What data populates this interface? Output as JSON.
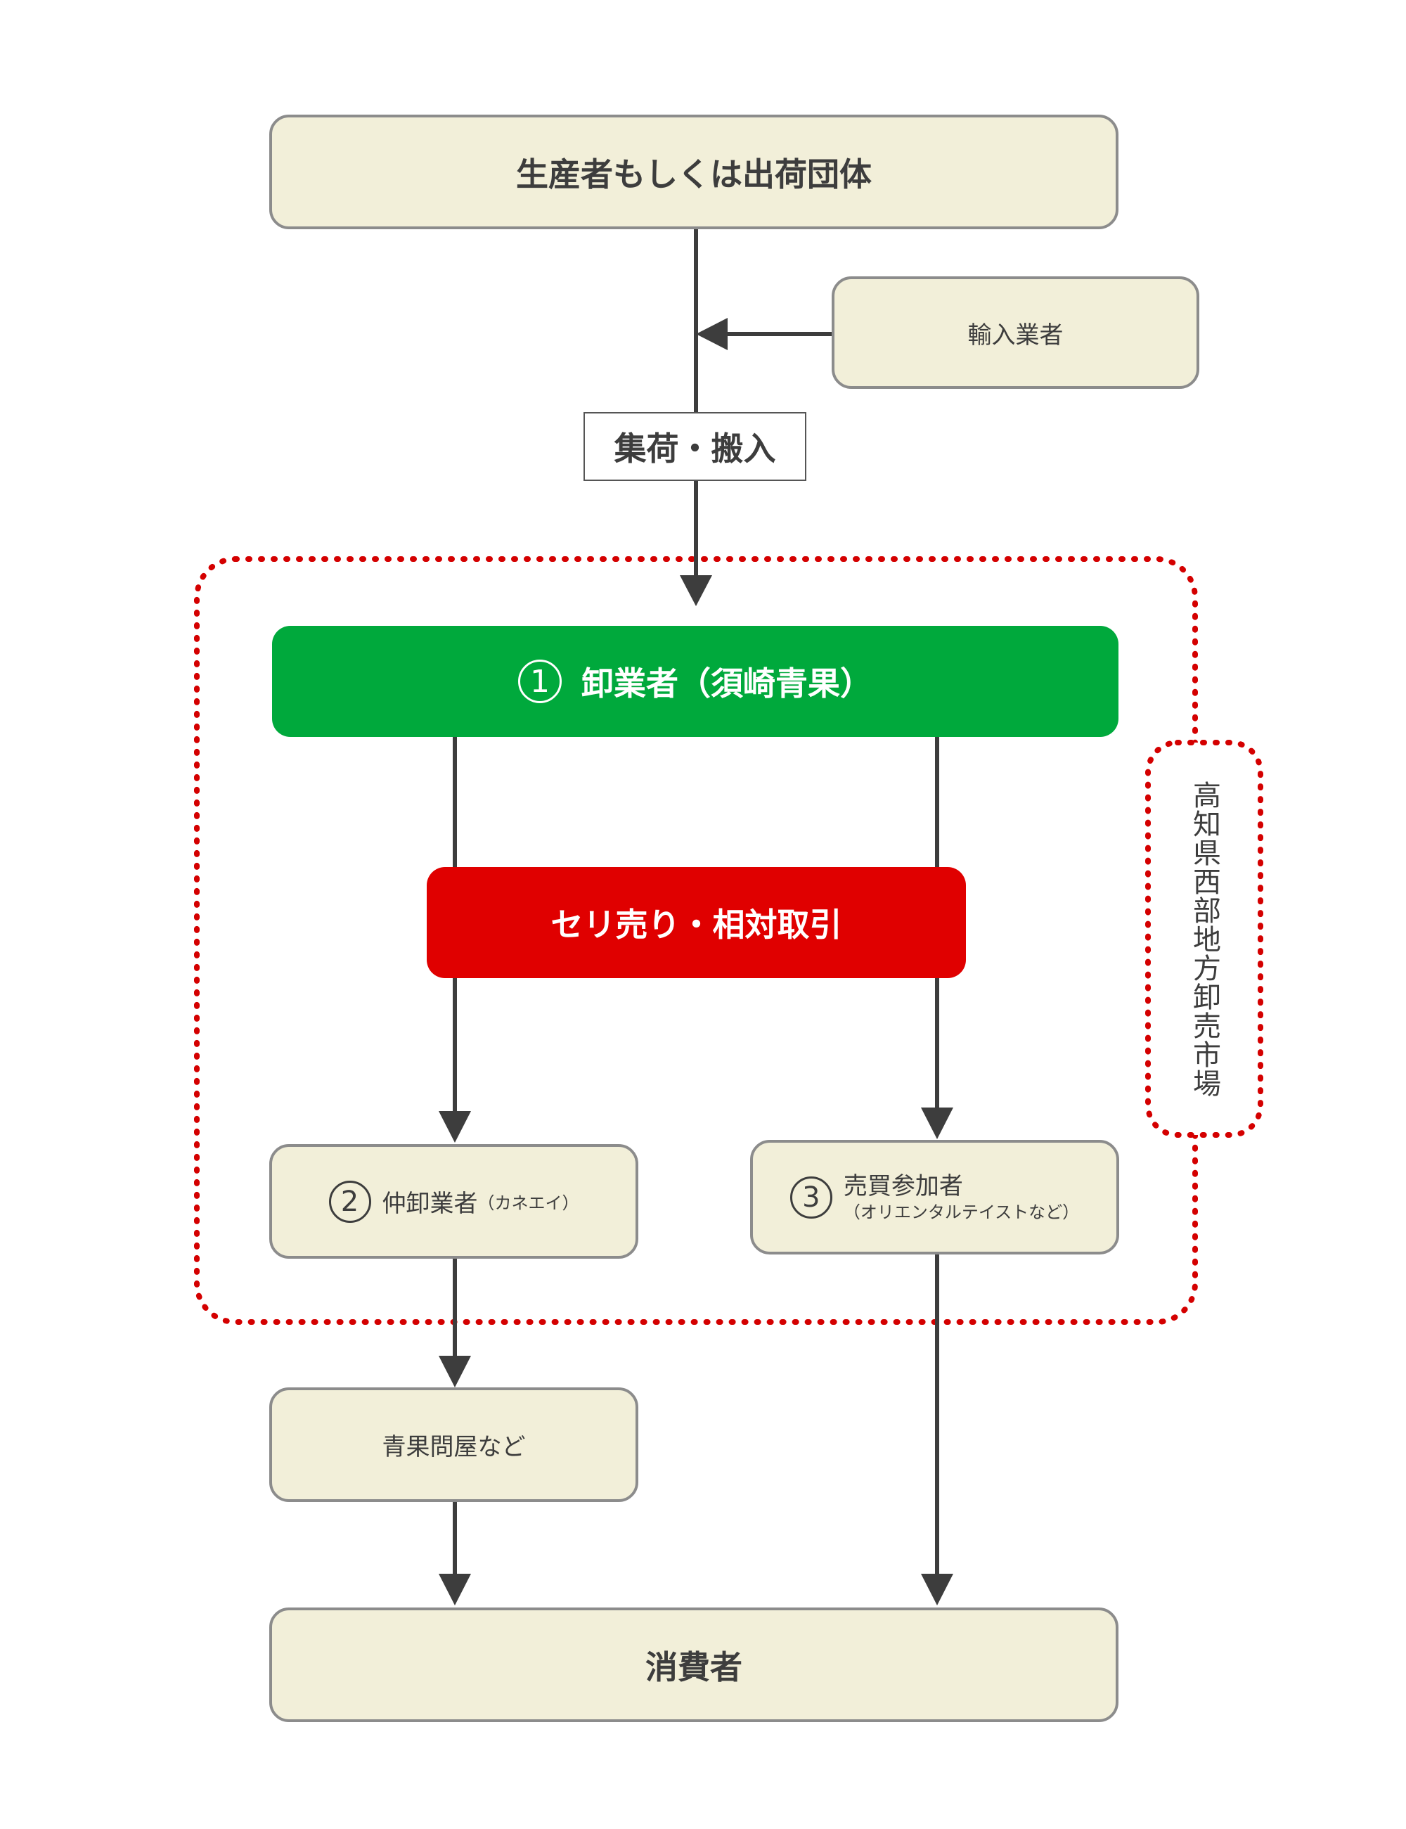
{
  "nodes": {
    "producer": "生産者もしくは出荷団体",
    "importer": "輸入業者",
    "collection": "集荷・搬入",
    "wholesaler": {
      "number": "1",
      "label": "卸業者（須崎青果）"
    },
    "auction": "セリ売り・相対取引",
    "intermediate_wholesaler": {
      "number": "2",
      "label": "仲卸業者",
      "note": "（カネエイ）"
    },
    "trade_participant": {
      "number": "3",
      "label": "売買参加者",
      "note": "（オリエンタルテイストなど）"
    },
    "produce_wholesalers": "青果問屋など",
    "consumer": "消費者"
  },
  "market_label": "高知県西部地方卸売市場",
  "colors": {
    "box_fill": "#f2efd9",
    "box_border": "#8c8c8c",
    "wholesaler_fill": "#00a93c",
    "auction_fill": "#e00000",
    "market_border": "#d40000",
    "arrow": "#3d3d3d"
  }
}
